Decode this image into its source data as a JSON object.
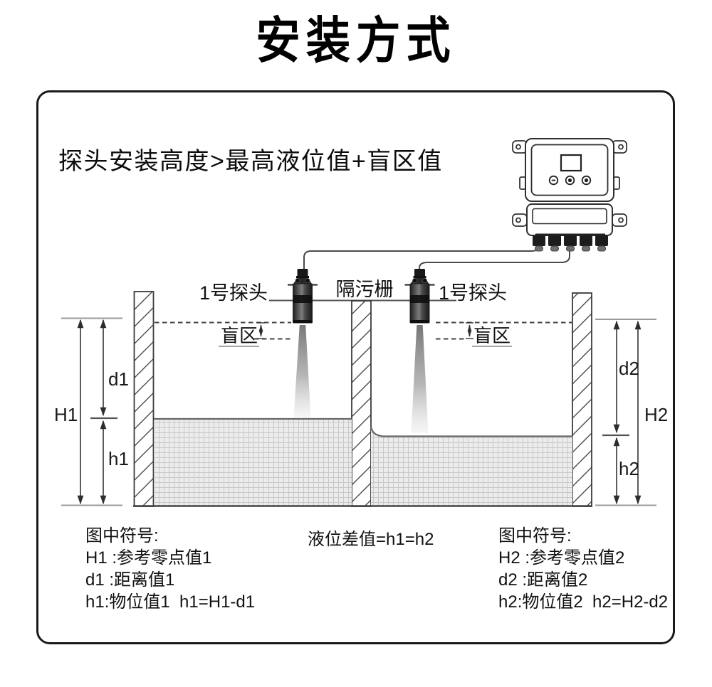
{
  "title": "安装方式",
  "instruction": "探头安装高度>最高液位值+盲区值",
  "labels": {
    "probe_left": "1号探头",
    "probe_right": "1号探头",
    "barrier": "隔污栅",
    "blind_left": "盲区",
    "blind_right": "盲区"
  },
  "dimensions": {
    "H1": "H1",
    "d1": "d1",
    "h1": "h1",
    "H2": "H2",
    "d2": "d2",
    "h2": "h2"
  },
  "legend_left": {
    "heading": "图中符号:",
    "lines": [
      "H1 :参考零点值1",
      "d1 :距离值1",
      "h1:物位值1  h1=H1-d1"
    ]
  },
  "legend_center": "液位差值=h1=h2",
  "legend_right": {
    "heading": "图中符号:",
    "lines": [
      "H2 :参考零点值2",
      "d2 :距离值2",
      "h2:物位值2  h2=H2-d2"
    ]
  },
  "colors": {
    "line_gray": "#444444",
    "text": "#111111"
  }
}
